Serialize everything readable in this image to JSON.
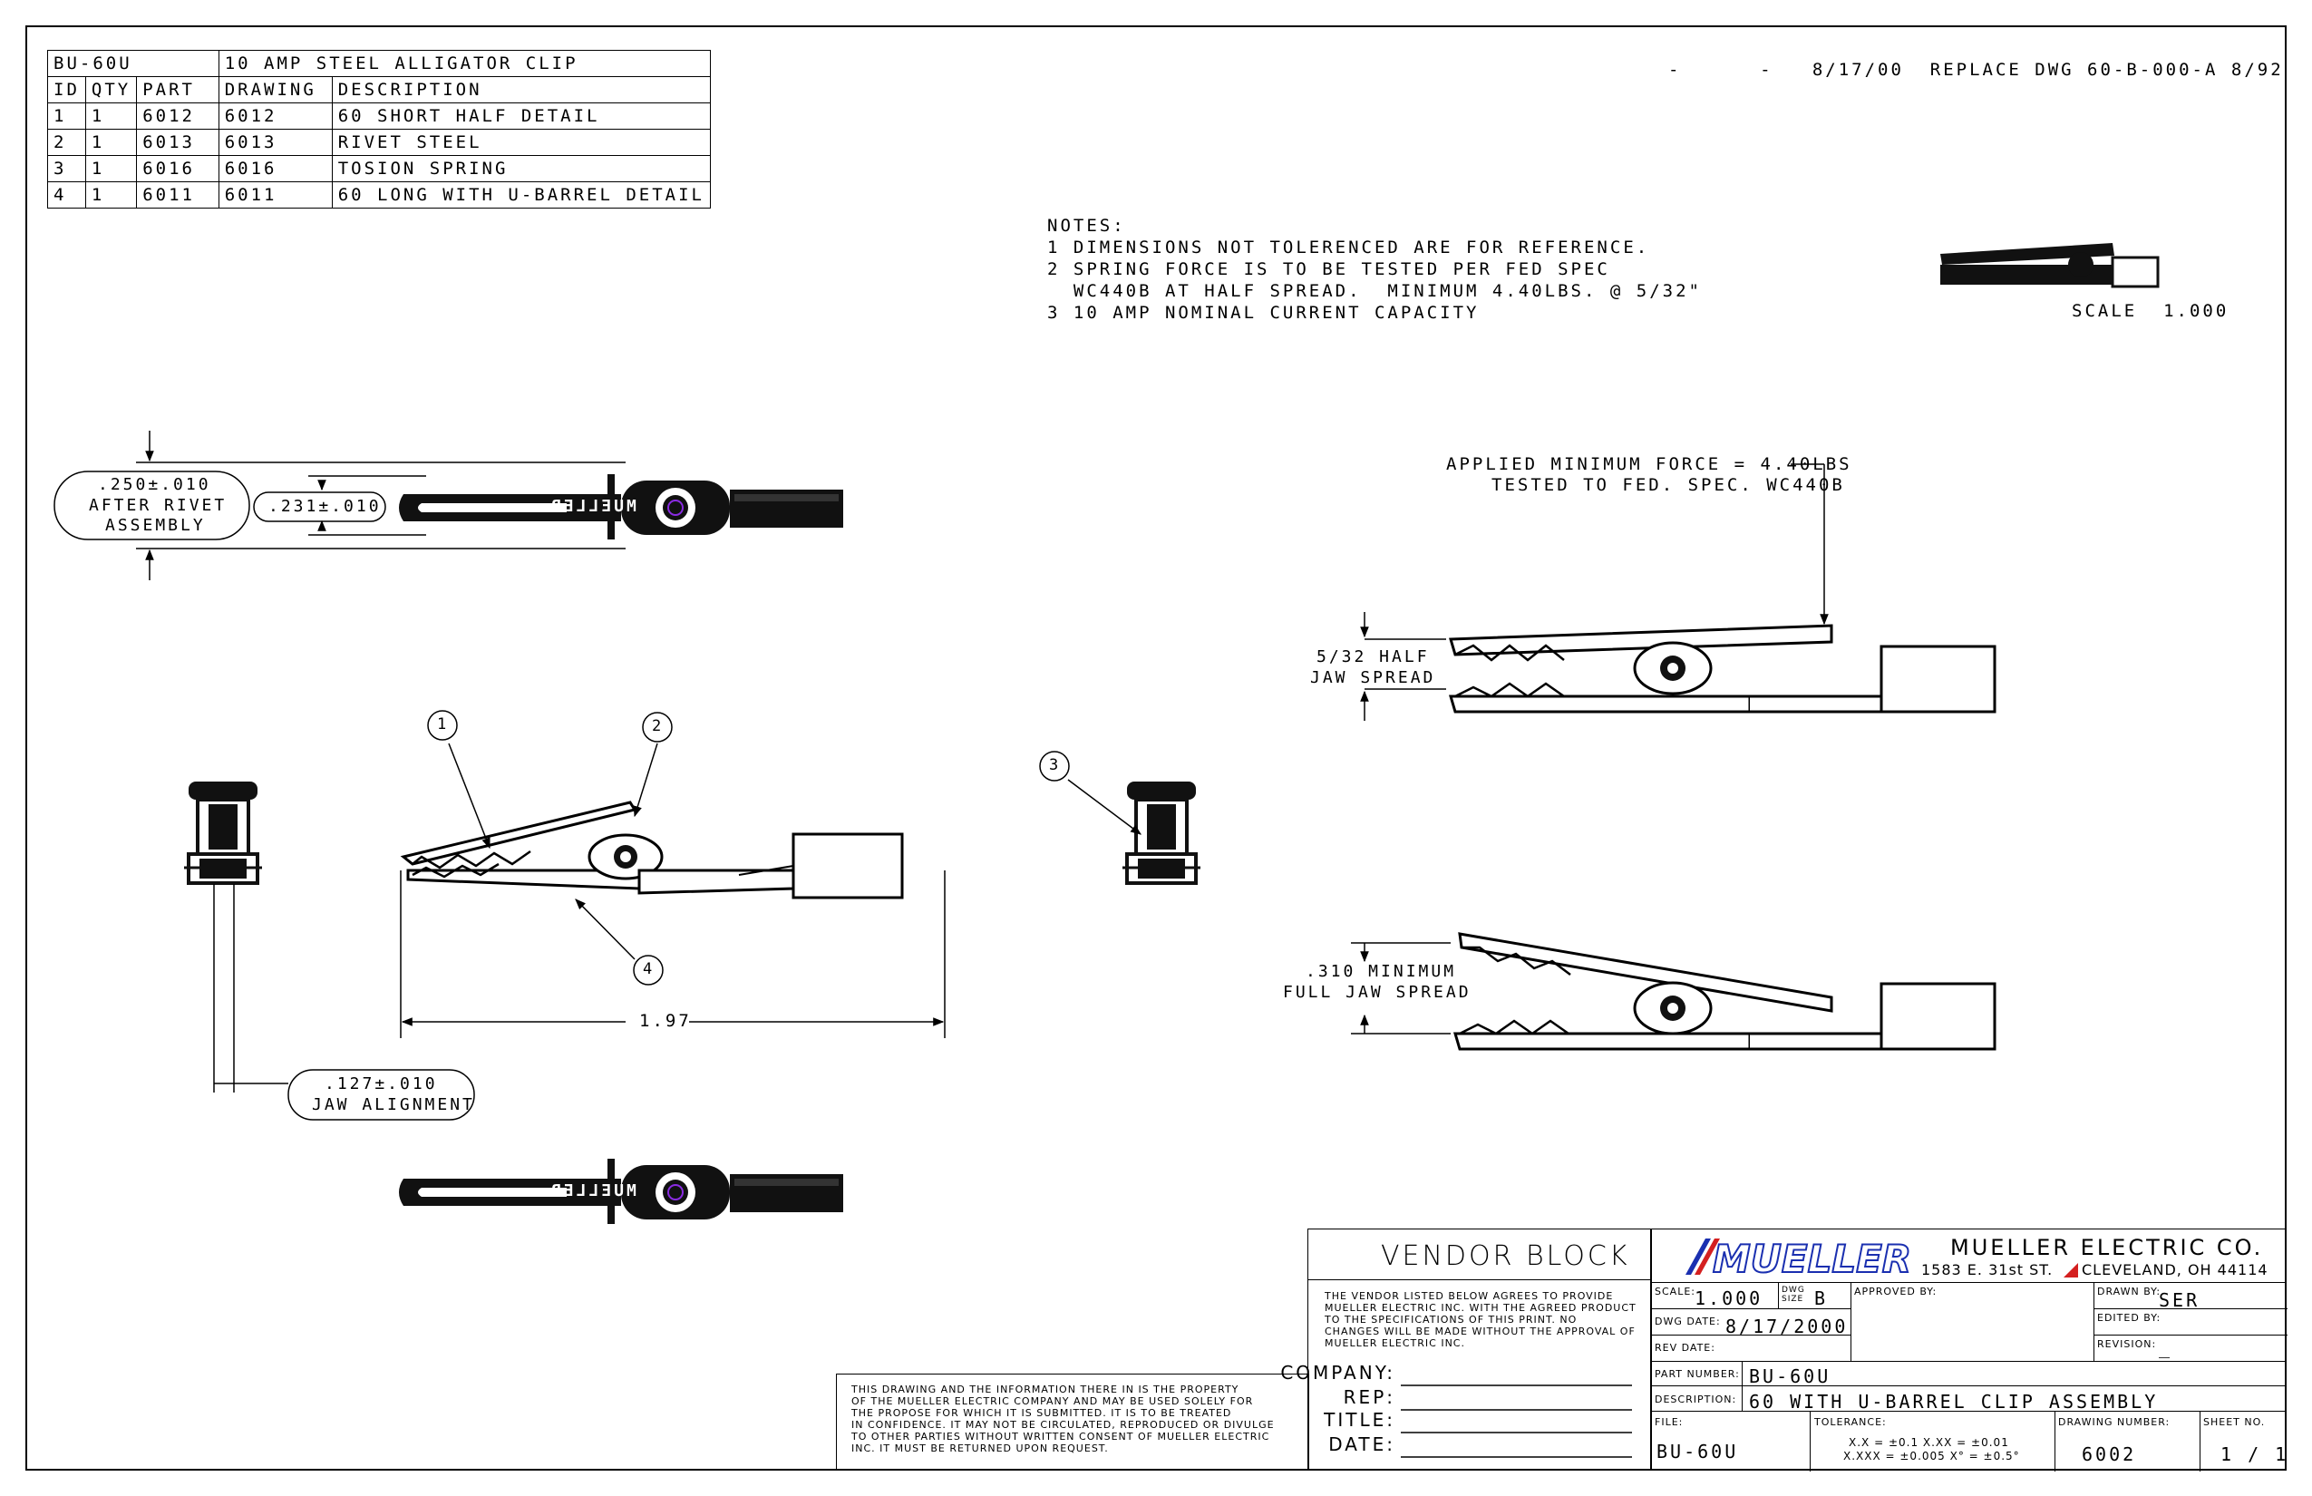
{
  "revision_note": "-      -   8/17/00  REPLACE DWG 60-B-000-A 8/92",
  "parts_list": {
    "header_part": "BU-60U",
    "header_title": "10 AMP STEEL ALLIGATOR CLIP",
    "columns": [
      "ID",
      "QTY",
      "PART",
      "DRAWING",
      "DESCRIPTION"
    ],
    "rows": [
      [
        "1",
        "1",
        "6012",
        "6012",
        "60 SHORT HALF DETAIL"
      ],
      [
        "2",
        "1",
        "6013",
        "6013",
        "RIVET STEEL"
      ],
      [
        "3",
        "1",
        "6016",
        "6016",
        "TOSION SPRING"
      ],
      [
        "4",
        "1",
        "6011",
        "6011",
        "60 LONG WITH U-BARREL DETAIL"
      ]
    ]
  },
  "notes": {
    "heading": "NOTES:",
    "lines": [
      "1 DIMENSIONS NOT TOLERENCED ARE FOR REFERENCE.",
      "2 SPRING FORCE IS TO BE TESTED PER FED SPEC",
      "  WC440B AT HALF SPREAD.  MINIMUM 4.40LBS. @ 5/32\"",
      "3 10 AMP NOMINAL CURRENT CAPACITY"
    ]
  },
  "scale_label": "SCALE  1.000",
  "dimensions": {
    "after_rivet": [
      ".250±.010",
      "AFTER RIVET",
      "ASSEMBLY"
    ],
    "height_231": ".231±.010",
    "length": "1.97",
    "jaw_alignment": [
      ".127±.010",
      "JAW ALIGNMENT"
    ],
    "applied_force": [
      "APPLIED MINIMUM FORCE = 4.40LBS",
      "TESTED TO FED. SPEC. WC440B"
    ],
    "half_spread": [
      "5/32 HALF",
      "JAW SPREAD"
    ],
    "full_spread": [
      ".310 MINIMUM",
      "FULL JAW SPREAD"
    ]
  },
  "balloons": [
    "1",
    "2",
    "3",
    "4"
  ],
  "clip_imprint": "MUELLER",
  "confidentiality": [
    "THIS DRAWING AND THE INFORMATION THERE IN IS THE PROPERTY",
    "OF THE MUELLER ELECTRIC COMPANY AND MAY BE USED SOLELY FOR",
    "THE PROPOSE FOR WHICH IT IS SUBMITTED.  IT IS TO BE TREATED",
    "IN CONFIDENCE.  IT MAY NOT BE CIRCULATED, REPRODUCED OR DIVULGE",
    "TO OTHER PARTIES WITHOUT WRITTEN CONSENT OF MUELLER ELECTRIC",
    "INC.  IT MUST BE RETURNED UPON REQUEST."
  ],
  "vendor_block": {
    "title": "VENDOR BLOCK",
    "text": [
      "THE VENDOR LISTED BELOW AGREES TO PROVIDE",
      "MUELLER ELECTRIC INC. WITH THE AGREED PRODUCT",
      "TO THE SPECIFICATIONS OF THIS PRINT.  NO",
      "CHANGES WILL BE MADE WITHOUT THE APPROVAL OF",
      "MUELLER ELECTRIC INC."
    ],
    "fields": [
      "COMPANY:",
      "REP:",
      "TITLE:",
      "DATE:"
    ]
  },
  "title_block": {
    "logo_text": "MUELLER",
    "company_name": "MUELLER ELECTRIC CO.",
    "address_left": "1583 E. 31st ST.",
    "address_right": "CLEVELAND, OH 44114",
    "scale_label": "SCALE:",
    "scale_value": "1.000",
    "dwg_size_label": "DWG SIZE",
    "dwg_size_value": "B",
    "approved_by_label": "APPROVED BY:",
    "drawn_by_label": "DRAWN BY:",
    "drawn_by_value": "SER",
    "dwg_date_label": "DWG DATE:",
    "dwg_date_value": "8/17/2000",
    "edited_by_label": "EDITED BY:",
    "rev_date_label": "REV DATE:",
    "revision_label": "REVISION:",
    "revision_value": "_",
    "part_number_label": "PART NUMBER:",
    "part_number_value": "BU-60U",
    "description_label": "DESCRIPTION:",
    "description_value": "60 WITH U-BARREL CLIP ASSEMBLY",
    "file_label": "FILE:",
    "file_value": "BU-60U",
    "tolerance_label": "TOLERANCE:",
    "tolerance_line1": "X.X = ±0.1  X.XX = ±0.01",
    "tolerance_line2": "X.XXX = ±0.005  X° = ±0.5°",
    "drawing_number_label": "DRAWING NUMBER:",
    "drawing_number_value": "6002",
    "sheet_label": "SHEET NO.",
    "sheet_value": "1 / 1"
  },
  "colors": {
    "line": "#000000",
    "logo_blue": "#1a2fb0",
    "logo_red": "#d42020",
    "rivet_accent": "#8a2be2"
  }
}
